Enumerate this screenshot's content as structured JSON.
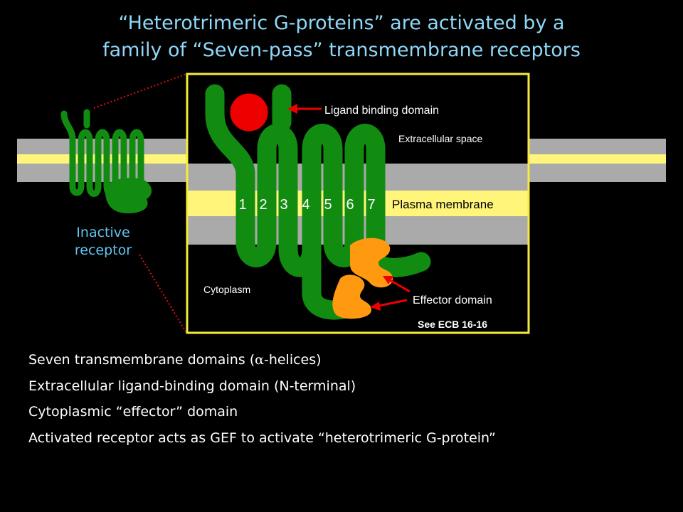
{
  "title": {
    "line1": "“Heterotrimeric G-proteins” are activated by a",
    "line2": "family of “Seven-pass” transmembrane receptors"
  },
  "diagram": {
    "inactive_label_line1": "Inactive",
    "inactive_label_line2": "receptor",
    "helix_numbers": [
      "1",
      "2",
      "3",
      "4",
      "5",
      "6",
      "7"
    ],
    "labels": {
      "ligand_binding_domain": "Ligand binding domain",
      "extracellular_space": "Extracellular space",
      "plasma_membrane": "Plasma membrane",
      "cytoplasm": "Cytoplasm",
      "effector_domain": "Effector domain",
      "reference": "See ECB 16-16"
    },
    "colors": {
      "receptor": "#118c11",
      "ligand": "#ee0000",
      "effector": "#ff9a10",
      "membrane_head": "#aaaaaa",
      "membrane_core": "#fff57a",
      "box_border": "#f5ec3c",
      "inactive_label": "#5fc8f0",
      "arrow": "#ee0000",
      "title": "#8ed8f8"
    }
  },
  "bullets": [
    {
      "before": "Seven transmembrane domains (",
      "symbol": "α",
      "after": "-helices)"
    },
    {
      "before": "Extracellular ligand-binding domain (N-terminal)",
      "symbol": "",
      "after": ""
    },
    {
      "before": "Cytoplasmic “effector”  domain",
      "symbol": "",
      "after": ""
    },
    {
      "before": "Activated receptor acts as GEF to activate “heterotrimeric G-protein”",
      "symbol": "",
      "after": ""
    }
  ]
}
